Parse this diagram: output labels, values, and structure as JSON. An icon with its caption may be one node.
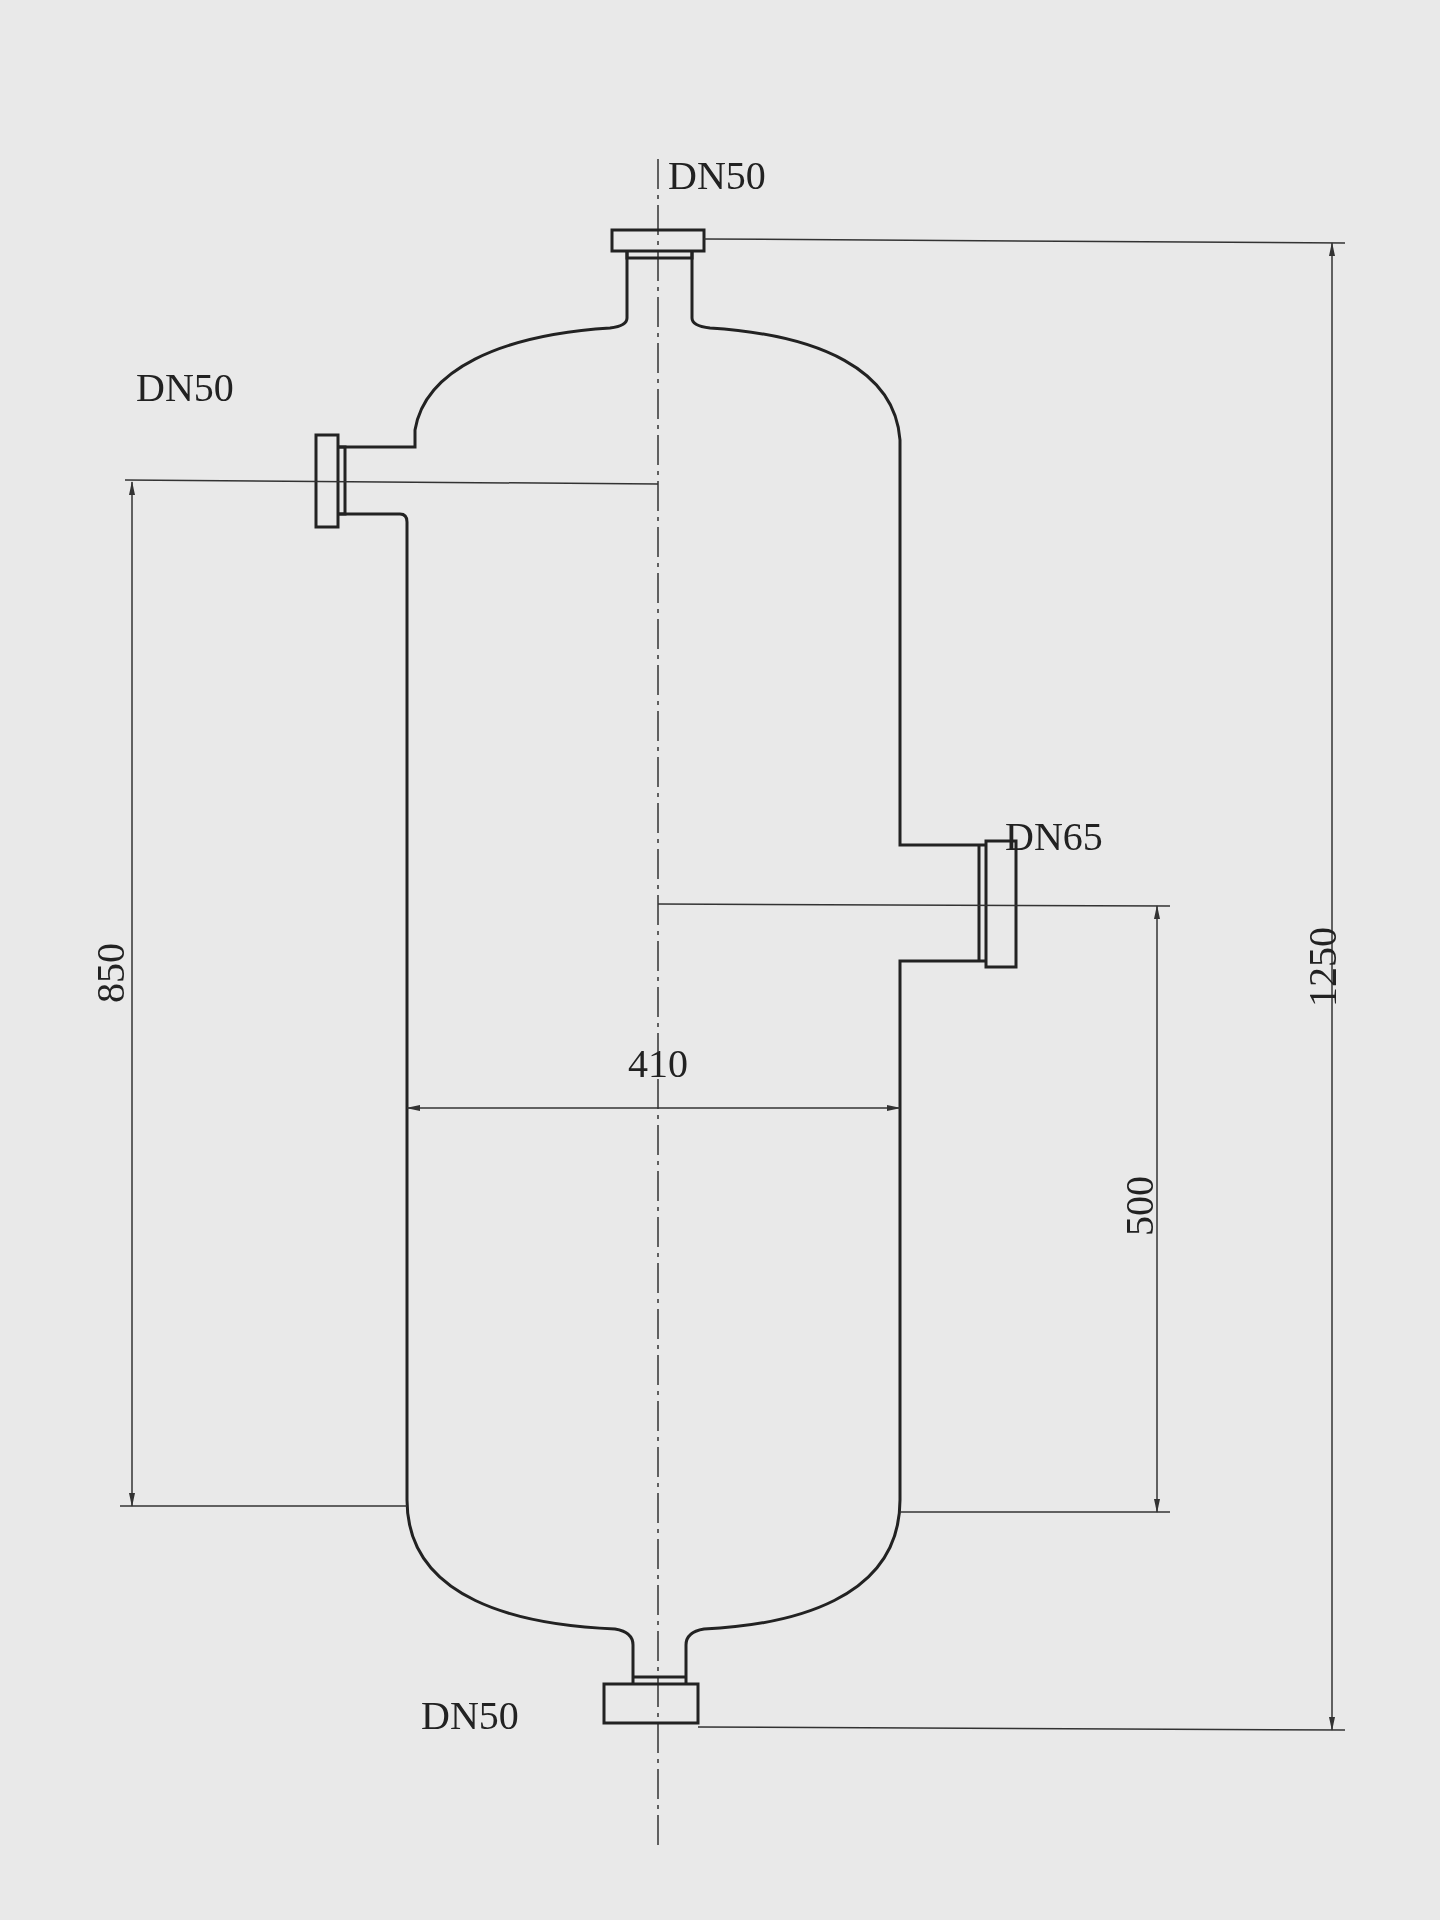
{
  "diagram": {
    "labels": [
      "DN50",
      "DN50",
      "DN65",
      "850",
      "1250",
      "410",
      "500",
      "DN50"
    ]
  }
}
